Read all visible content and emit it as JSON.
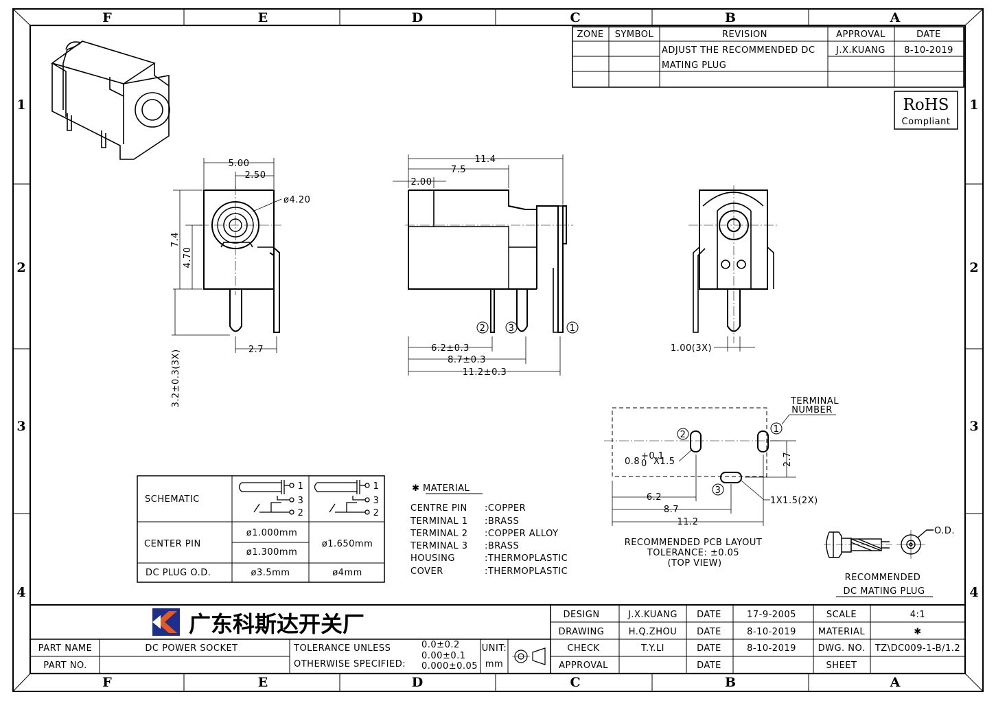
{
  "frame": {
    "zones_cols": [
      "F",
      "E",
      "D",
      "C",
      "B",
      "A"
    ],
    "zones_rows": [
      "1",
      "2",
      "3",
      "4"
    ]
  },
  "revision": {
    "headers": [
      "ZONE",
      "SYMBOL",
      "REVISION",
      "APPROVAL",
      "DATE"
    ],
    "row_text_1": "ADJUST THE RECOMMENDED DC",
    "row_text_2": "MATING PLUG",
    "approval": "J.X.KUANG",
    "date": "8-10-2019"
  },
  "rohs": {
    "title": "RoHS",
    "subtitle": "Compliant"
  },
  "front_view": {
    "dim_width": "5.00",
    "dim_half": "2.50",
    "dim_hole": "ø4.20",
    "dim_height": "7.4",
    "dim_center": "4.70",
    "dim_pin_pitch": "2.7",
    "dim_pin_len": "3.2±0.3(3X)"
  },
  "side_view": {
    "dim_total": "11.4",
    "dim_75": "7.5",
    "dim_20": "2.00",
    "dim_62": "6.2±0.3",
    "dim_87": "8.7±0.3",
    "dim_112": "11.2±0.3",
    "pin_labels": [
      "2",
      "3",
      "1"
    ]
  },
  "rear_view": {
    "dim_pin_width": "1.00(3X)"
  },
  "pcb_layout": {
    "terminal_label_1": "TERMINAL",
    "terminal_label_2": "NUMBER",
    "slot_label": "0.8",
    "slot_tol_up": "+0.1",
    "slot_tol_dn": "0",
    "slot_suffix": "X1.5",
    "slot_label_3": "1X1.5(2X)",
    "dim_27": "2.7",
    "dim_62": "6.2",
    "dim_87": "8.7",
    "dim_112": "11.2",
    "caption_1": "RECOMMENDED PCB LAYOUT",
    "caption_2": "TOLERANCE: ±0.05",
    "caption_3": "(TOP VIEW)",
    "terminals": [
      "1",
      "2",
      "3"
    ]
  },
  "schematic_table": {
    "schematic_label": "SCHEMATIC",
    "center_pin_label": "CENTER PIN",
    "plug_od_label": "DC PLUG O.D.",
    "cp_a1": "ø1.000mm",
    "cp_a2": "ø1.300mm",
    "cp_b": "ø1.650mm",
    "od_a": "ø3.5mm",
    "od_b": "ø4mm",
    "pin_nums": [
      "1",
      "3",
      "2"
    ]
  },
  "material": {
    "title": "✱ MATERIAL",
    "rows": [
      {
        "k": "CENTRE PIN",
        "v": ":COPPER"
      },
      {
        "k": "TERMINAL 1",
        "v": ":BRASS"
      },
      {
        "k": "TERMINAL 2",
        "v": ":COPPER ALLOY"
      },
      {
        "k": "TERMINAL 3",
        "v": ":BRASS"
      },
      {
        "k": "HOUSING",
        "v": ":THERMOPLASTIC"
      },
      {
        "k": "COVER",
        "v": ":THERMOPLASTIC"
      }
    ]
  },
  "mating_plug": {
    "od": "O.D.",
    "caption_1": "RECOMMENDED",
    "caption_2": "DC MATING PLUG"
  },
  "title_block": {
    "company": "广东科斯达开关厂",
    "part_name_label": "PART NAME",
    "part_name": "DC POWER SOCKET",
    "part_no_label": "PART NO.",
    "tol_label_1": "TOLERANCE UNLESS",
    "tol_label_2": "OTHERWISE SPECIFIED:",
    "tol_1": "0.0±0.2",
    "tol_2": "0.00±0.1",
    "tol_3": "0.000±0.05",
    "unit_label": "UNIT:",
    "unit": "mm",
    "design_label": "DESIGN",
    "design": "J.X.KUANG",
    "drawing_label": "DRAWING",
    "drawing": "H.Q.ZHOU",
    "check_label": "CHECK",
    "check": "T.Y.LI",
    "approval_label": "APPROVAL",
    "date_label": "DATE",
    "date_design": "17-9-2005",
    "date_drawing": "8-10-2019",
    "date_check": "8-10-2019",
    "scale_label": "SCALE",
    "scale": "4:1",
    "material_label": "MATERIAL",
    "material": "✱",
    "dwg_label": "DWG. NO.",
    "dwg": "TZ\\DC009-1-B/1.2",
    "sheet_label": "SHEET"
  },
  "colors": {
    "logo_blue": "#1d2f8c",
    "logo_orange": "#e8581c"
  }
}
